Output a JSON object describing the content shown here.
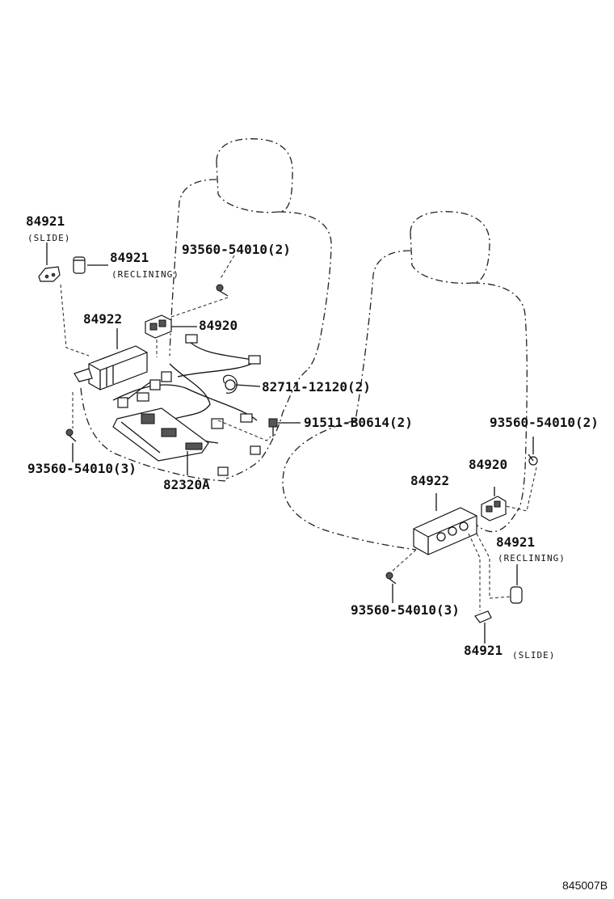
{
  "labels": {
    "left_84921_slide": "84921",
    "left_slide_sub": "(SLIDE)",
    "left_84921_recl": "84921",
    "left_recl_sub": "(RECLINING)",
    "left_84922": "84922",
    "left_93560_top": "93560-54010(2)",
    "left_84920": "84920",
    "left_82711": "82711-12120(2)",
    "left_91511": "91511-B0614(2)",
    "left_93560_bottom": "93560-54010(3)",
    "left_82320": "82320A",
    "right_93560_top": "93560-54010(2)",
    "right_84920": "84920",
    "right_84922": "84922",
    "right_84921_recl": "84921",
    "right_recl_sub": "(RECLINING)",
    "right_93560_bottom": "93560-54010(3)",
    "right_84921_slide": "84921",
    "right_slide_sub": "(SLIDE)",
    "diagram_code": "845007B"
  }
}
